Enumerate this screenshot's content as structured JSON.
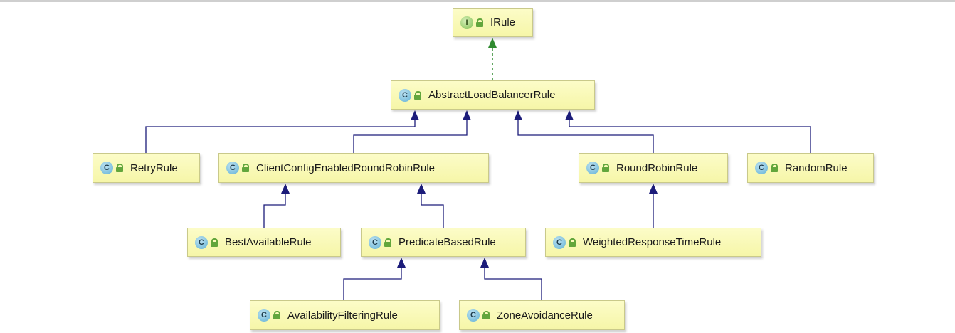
{
  "diagram": {
    "nodes": [
      {
        "id": "IRule",
        "label": "IRule",
        "kind": "interface",
        "kind_letter": "I"
      },
      {
        "id": "AbstractLoadBalancerRule",
        "label": "AbstractLoadBalancerRule",
        "kind": "class",
        "kind_letter": "C"
      },
      {
        "id": "RetryRule",
        "label": "RetryRule",
        "kind": "class",
        "kind_letter": "C"
      },
      {
        "id": "ClientConfigEnabledRoundRobinRule",
        "label": "ClientConfigEnabledRoundRobinRule",
        "kind": "class",
        "kind_letter": "C"
      },
      {
        "id": "RoundRobinRule",
        "label": "RoundRobinRule",
        "kind": "class",
        "kind_letter": "C"
      },
      {
        "id": "RandomRule",
        "label": "RandomRule",
        "kind": "class",
        "kind_letter": "C"
      },
      {
        "id": "BestAvailableRule",
        "label": "BestAvailableRule",
        "kind": "class",
        "kind_letter": "C"
      },
      {
        "id": "PredicateBasedRule",
        "label": "PredicateBasedRule",
        "kind": "class",
        "kind_letter": "C"
      },
      {
        "id": "WeightedResponseTimeRule",
        "label": "WeightedResponseTimeRule",
        "kind": "class",
        "kind_letter": "C"
      },
      {
        "id": "AvailabilityFilteringRule",
        "label": "AvailabilityFilteringRule",
        "kind": "class",
        "kind_letter": "C"
      },
      {
        "id": "ZoneAvoidanceRule",
        "label": "ZoneAvoidanceRule",
        "kind": "class",
        "kind_letter": "C"
      }
    ],
    "edges": [
      {
        "from": "AbstractLoadBalancerRule",
        "to": "IRule",
        "type": "implements"
      },
      {
        "from": "RetryRule",
        "to": "AbstractLoadBalancerRule",
        "type": "extends"
      },
      {
        "from": "ClientConfigEnabledRoundRobinRule",
        "to": "AbstractLoadBalancerRule",
        "type": "extends"
      },
      {
        "from": "RoundRobinRule",
        "to": "AbstractLoadBalancerRule",
        "type": "extends"
      },
      {
        "from": "RandomRule",
        "to": "AbstractLoadBalancerRule",
        "type": "extends"
      },
      {
        "from": "BestAvailableRule",
        "to": "ClientConfigEnabledRoundRobinRule",
        "type": "extends"
      },
      {
        "from": "PredicateBasedRule",
        "to": "ClientConfigEnabledRoundRobinRule",
        "type": "extends"
      },
      {
        "from": "WeightedResponseTimeRule",
        "to": "RoundRobinRule",
        "type": "extends"
      },
      {
        "from": "AvailabilityFilteringRule",
        "to": "PredicateBasedRule",
        "type": "extends"
      },
      {
        "from": "ZoneAvoidanceRule",
        "to": "PredicateBasedRule",
        "type": "extends"
      }
    ],
    "colors": {
      "extends_edge": "#1c1c7a",
      "implements_edge": "#2f8a2f",
      "node_fill": "#f8f8b4",
      "node_border": "#c9c98a"
    }
  }
}
